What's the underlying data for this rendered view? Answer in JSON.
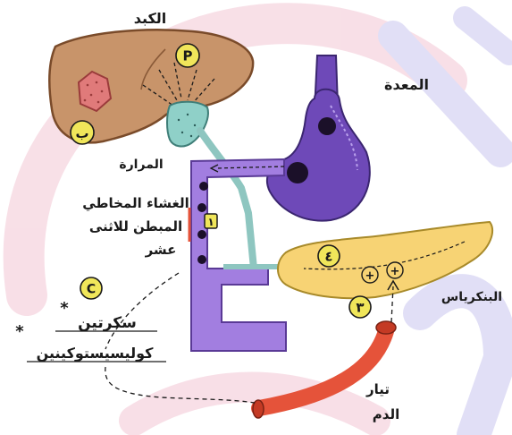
{
  "labels": {
    "liver": "الكبد",
    "stomach": "المعدة",
    "gallbladder": "المرارة",
    "duodenum_line1": "الغشاء المخاطي",
    "duodenum_line2": "المبطن للاثنى",
    "duodenum_line3": "عشر",
    "pancreas": "البنكرياس",
    "secretin": "سكرتين",
    "cholecystokinin": "كوليسيستوكينين",
    "blood_line1": "تيار",
    "blood_line2": "الدم",
    "secretin_star": "*",
    "cck_star": "*"
  },
  "markers": {
    "p": "P",
    "b": "ب",
    "c": "C",
    "four": "٤",
    "three": "٣",
    "one": "١",
    "plus": "+"
  },
  "colors": {
    "liver": "#c8946a",
    "liver_stroke": "#7a4b2a",
    "lesion": "#e07a7a",
    "marker_yellow": "#f0e65a",
    "gallbladder": "#8fd0c8",
    "duct": "#8ec6c0",
    "stomach": "#6e49b8",
    "stomach_dark": "#4a2f86",
    "duodenum": "#a27ee0",
    "pancreas": "#f7d374",
    "blood_vessel": "#e5533a",
    "watermark_pink": "#f3c6d4",
    "watermark_blue": "#c9c6ef"
  }
}
